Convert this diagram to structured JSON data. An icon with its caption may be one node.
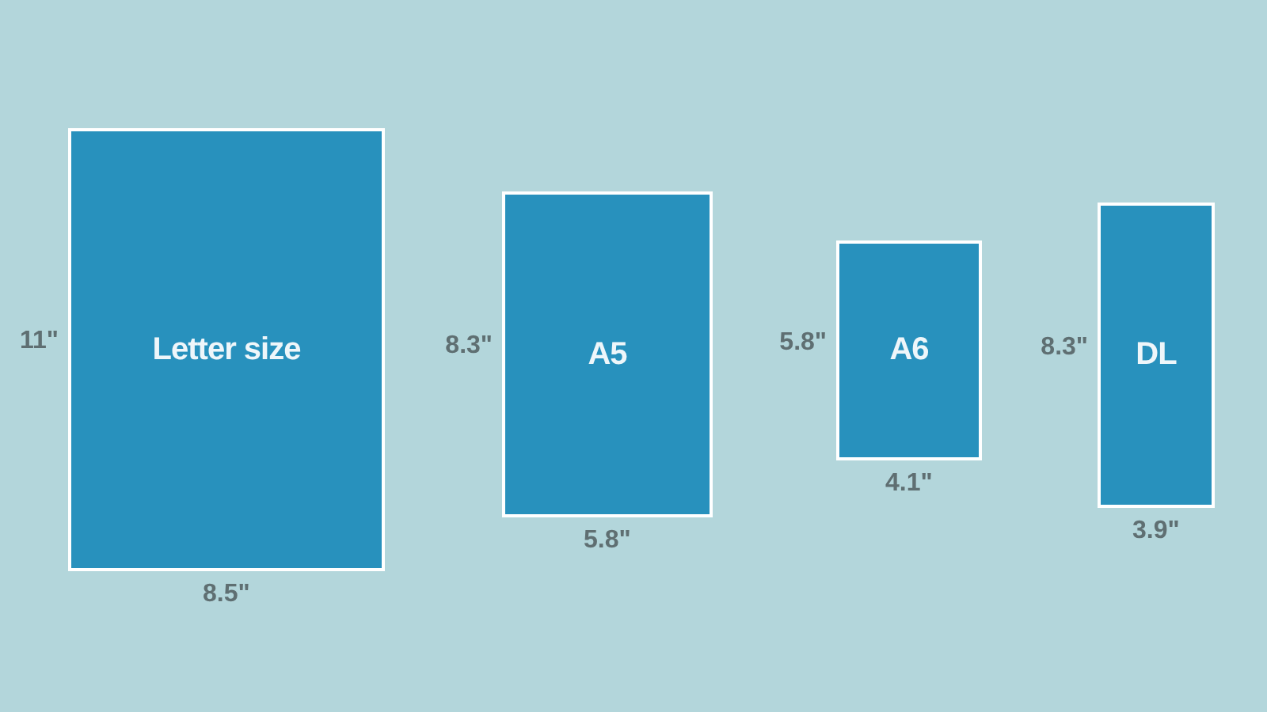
{
  "diagram": {
    "nodes": [
      {
        "text": [
          "Letter size"
        ],
        "beside": [
          "11\"",
          "8.5\""
        ]
      },
      {
        "text": [
          "A5"
        ],
        "beside": [
          "8.3\"",
          "5.8\""
        ]
      },
      {
        "text": [
          "A6"
        ],
        "beside": [
          "5.8\"",
          "4.1\""
        ]
      },
      {
        "text": [
          "DL"
        ],
        "beside": [
          "8.3\"",
          "3.9\""
        ]
      }
    ]
  }
}
